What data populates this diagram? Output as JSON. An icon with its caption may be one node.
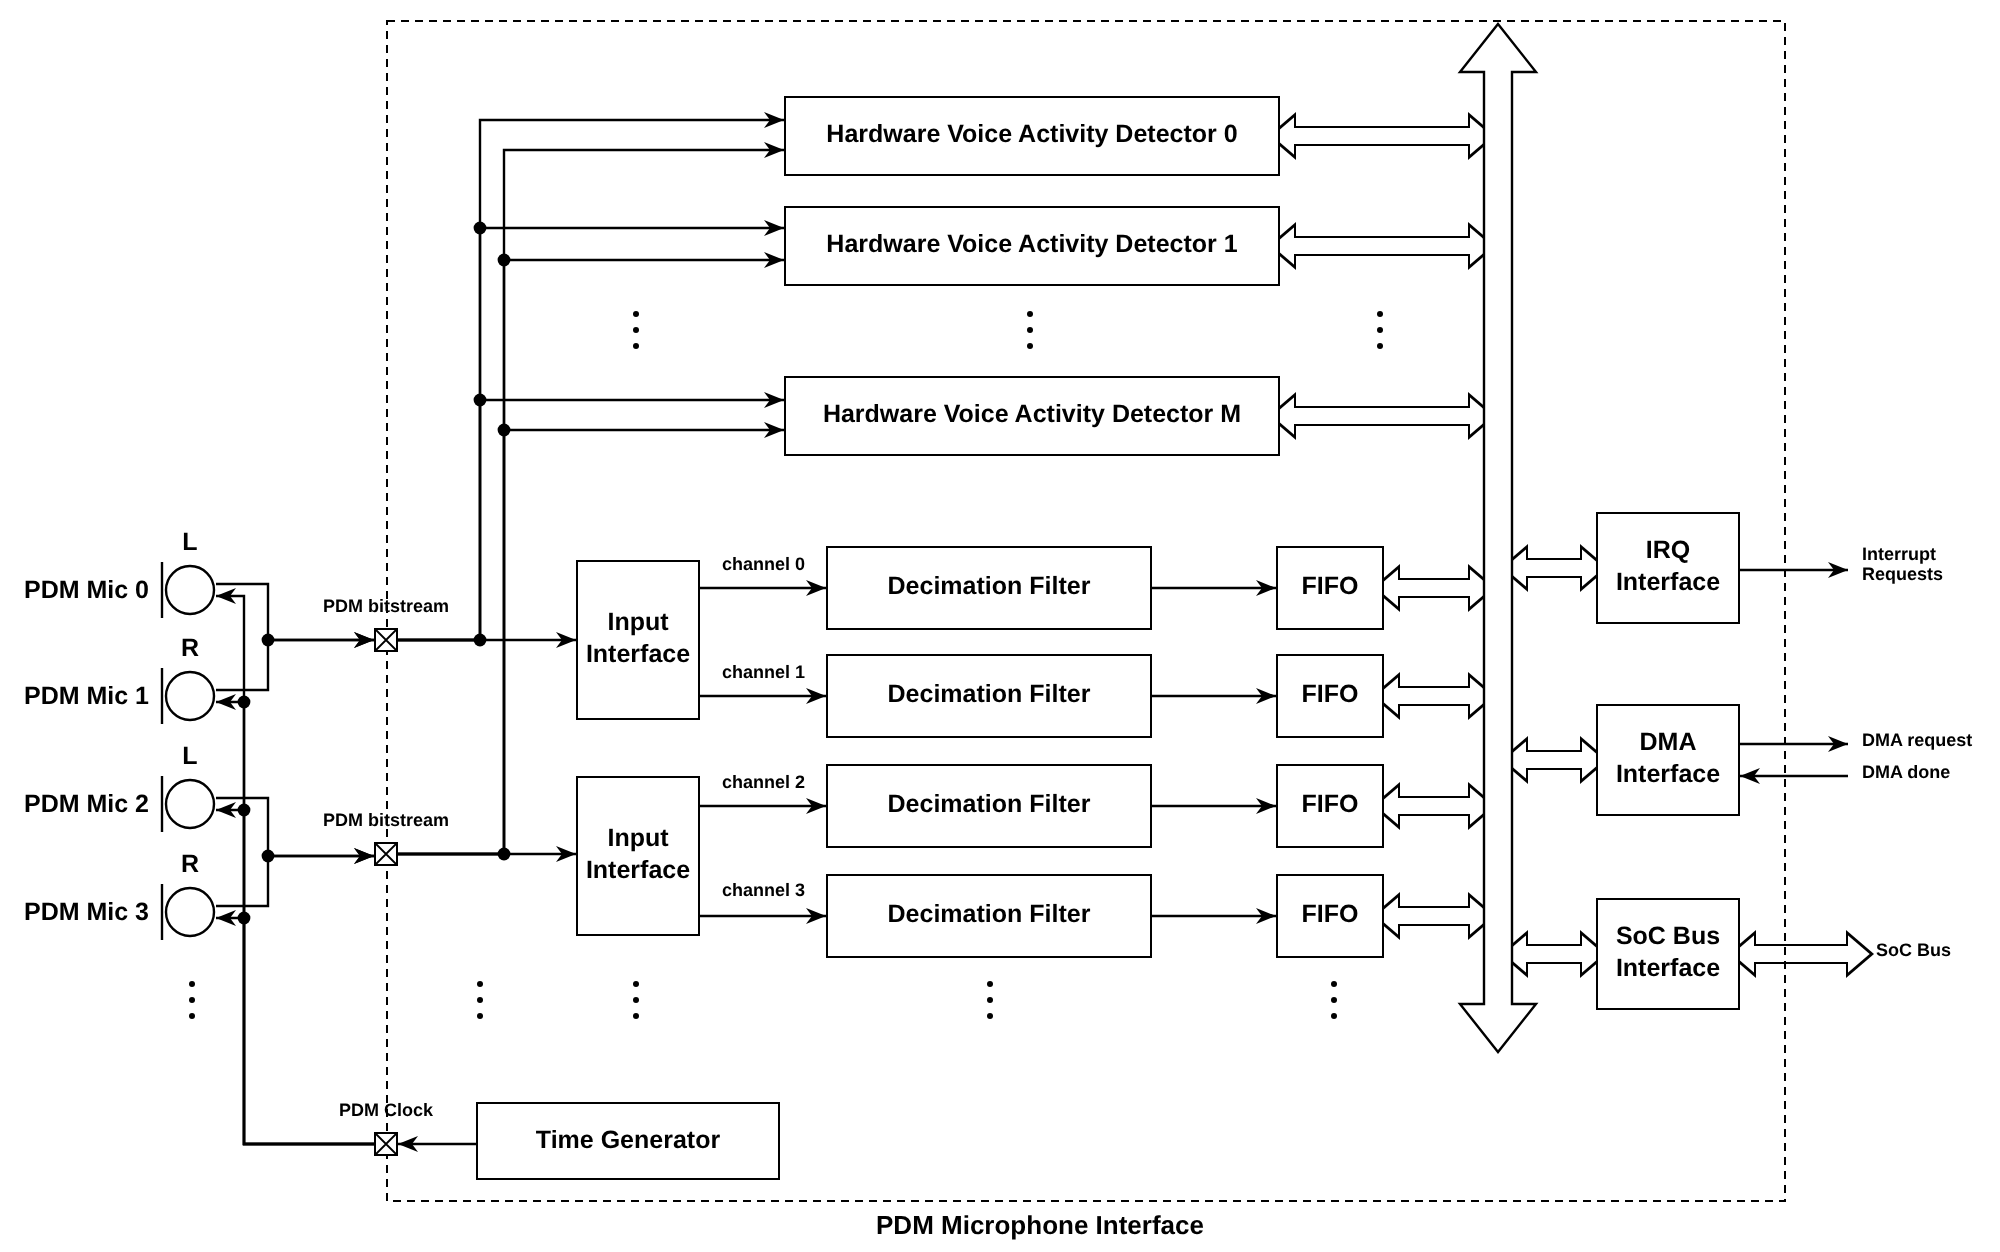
{
  "diagram": {
    "nodes": [
      {
        "text": [
          "PDM Microphone Interface"
        ]
      },
      {
        "text": [
          "L",
          "PDM Mic 0"
        ]
      },
      {
        "text": [
          "R",
          "PDM Mic 1"
        ]
      },
      {
        "text": [
          "L",
          "PDM Mic 2"
        ]
      },
      {
        "text": [
          "R",
          "PDM Mic 3"
        ]
      },
      {
        "text": [
          "PDM bitstream"
        ]
      },
      {
        "text": [
          "PDM bitstream"
        ]
      },
      {
        "text": [
          "PDM Clock"
        ]
      },
      {
        "text": [
          "Hardware Voice Activity Detector 0"
        ],
        "in": 0
      },
      {
        "text": [
          "Hardware Voice Activity Detector 1"
        ],
        "in": 0
      },
      {
        "text": [
          "Hardware Voice Activity Detector M"
        ],
        "in": 0
      },
      {
        "text": [
          "Input Interface"
        ],
        "in": 0
      },
      {
        "text": [
          "Input Interface"
        ],
        "in": 0
      },
      {
        "text": [
          "Decimation Filter"
        ],
        "in": 0
      },
      {
        "text": [
          "Decimation Filter"
        ],
        "in": 0
      },
      {
        "text": [
          "Decimation Filter"
        ],
        "in": 0
      },
      {
        "text": [
          "Decimation Filter"
        ],
        "in": 0
      },
      {
        "text": [
          "FIFO"
        ],
        "in": 0
      },
      {
        "text": [
          "FIFO"
        ],
        "in": 0
      },
      {
        "text": [
          "FIFO"
        ],
        "in": 0
      },
      {
        "text": [
          "FIFO"
        ],
        "in": 0
      },
      {
        "text": [],
        "shape": "bar",
        "in": 0
      },
      {
        "text": [
          "IRQ Interface"
        ],
        "in": 0
      },
      {
        "text": [
          "DMA Interface"
        ],
        "in": 0
      },
      {
        "text": [
          "SoC Bus Interface"
        ],
        "in": 0
      },
      {
        "text": [
          "Time Generator"
        ],
        "in": 0
      },
      {
        "text": [
          "Interrupt Requests"
        ]
      },
      {
        "text": [
          "DMA request"
        ]
      },
      {
        "text": [
          "DMA done"
        ]
      },
      {
        "text": [
          "SoC Bus"
        ]
      }
    ],
    "edges": [
      {
        "from": 1,
        "to": 5,
        "arrow": "to"
      },
      {
        "from": 2,
        "to": 5,
        "arrow": "to"
      },
      {
        "from": 3,
        "to": 6,
        "arrow": "to"
      },
      {
        "from": 4,
        "to": 6,
        "arrow": "to"
      },
      {
        "from": 25,
        "to": 7,
        "arrow": "to"
      },
      {
        "from": 7,
        "to": 1,
        "arrow": "to"
      },
      {
        "from": 7,
        "to": 2,
        "arrow": "to"
      },
      {
        "from": 7,
        "to": 3,
        "arrow": "to"
      },
      {
        "from": 7,
        "to": 4,
        "arrow": "to"
      },
      {
        "from": 5,
        "to": 8,
        "arrow": "to"
      },
      {
        "from": 5,
        "to": 9,
        "arrow": "to"
      },
      {
        "from": 5,
        "to": 10,
        "arrow": "to"
      },
      {
        "from": 5,
        "to": 11,
        "arrow": "to"
      },
      {
        "from": 6,
        "to": 8,
        "arrow": "to"
      },
      {
        "from": 6,
        "to": 9,
        "arrow": "to"
      },
      {
        "from": 6,
        "to": 10,
        "arrow": "to"
      },
      {
        "from": 6,
        "to": 12,
        "arrow": "to"
      },
      {
        "from": 11,
        "to": 13,
        "label": "channel 0",
        "arrow": "to"
      },
      {
        "from": 11,
        "to": 14,
        "label": "channel 1",
        "arrow": "to"
      },
      {
        "from": 12,
        "to": 15,
        "label": "channel 2",
        "arrow": "to"
      },
      {
        "from": 12,
        "to": 16,
        "label": "channel 3",
        "arrow": "to"
      },
      {
        "from": 13,
        "to": 17,
        "arrow": "to"
      },
      {
        "from": 14,
        "to": 18,
        "arrow": "to"
      },
      {
        "from": 15,
        "to": 19,
        "arrow": "to"
      },
      {
        "from": 16,
        "to": 20,
        "arrow": "to"
      },
      {
        "from": 8,
        "to": 21,
        "arrow": "both",
        "style": "thick"
      },
      {
        "from": 9,
        "to": 21,
        "arrow": "both",
        "style": "thick"
      },
      {
        "from": 10,
        "to": 21,
        "arrow": "both",
        "style": "thick"
      },
      {
        "from": 17,
        "to": 21,
        "arrow": "both",
        "style": "thick"
      },
      {
        "from": 18,
        "to": 21,
        "arrow": "both",
        "style": "thick"
      },
      {
        "from": 19,
        "to": 21,
        "arrow": "both",
        "style": "thick"
      },
      {
        "from": 20,
        "to": 21,
        "arrow": "both",
        "style": "thick"
      },
      {
        "from": 21,
        "to": 22,
        "arrow": "both",
        "style": "thick"
      },
      {
        "from": 21,
        "to": 23,
        "arrow": "both",
        "style": "thick"
      },
      {
        "from": 21,
        "to": 24,
        "arrow": "both",
        "style": "thick"
      },
      {
        "from": 22,
        "to": 26,
        "arrow": "to"
      },
      {
        "from": 23,
        "to": 27,
        "arrow": "to"
      },
      {
        "from": 28,
        "to": 23,
        "arrow": "to"
      },
      {
        "from": 24,
        "to": 29,
        "arrow": "both",
        "style": "thick"
      }
    ]
  }
}
